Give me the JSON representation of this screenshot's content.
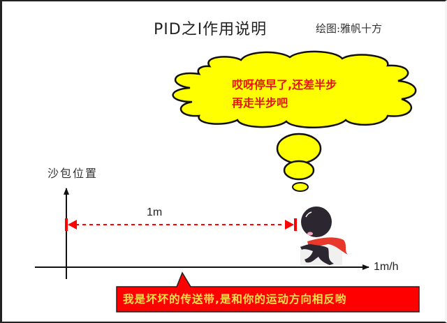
{
  "header": {
    "title": "PID之I作用说明",
    "author": "绘图:雅帆十方"
  },
  "thought_bubble": {
    "line1": "哎呀停早了,还差半步",
    "line2": "再走半步吧",
    "fill_color": "#FFFF00",
    "text_color": "#EE1010"
  },
  "axes": {
    "y_label": "沙包位置",
    "x_label": "1m/h"
  },
  "distance": {
    "label": "1m",
    "color": "#FF0000"
  },
  "callout": {
    "text": "我是坏坏的传送带,是和你的运动方向相反哟",
    "fill_color": "#FF0000",
    "text_color": "#FFE04A"
  },
  "icons": {
    "character": "running-stick-figure-icon"
  }
}
